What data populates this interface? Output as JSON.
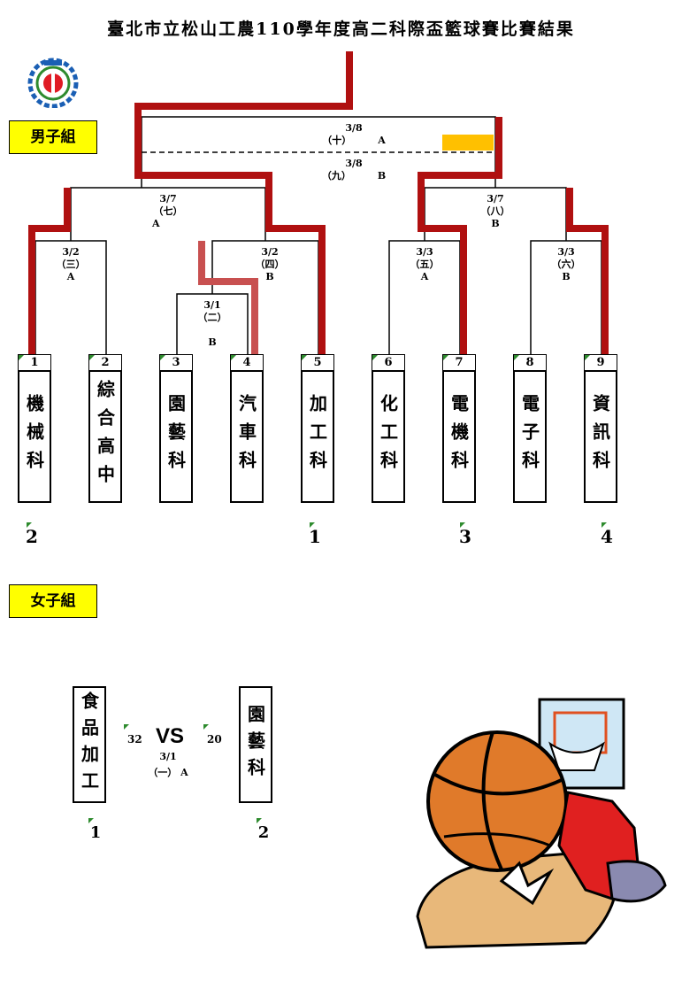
{
  "title": "臺北市立松山工農110學年度高二科際盃籃球賽比賽結果",
  "male_group_label": "男子組",
  "female_group_label": "女子組",
  "male_teams": [
    {
      "no": "1",
      "name": "機械科"
    },
    {
      "no": "2",
      "name": "綜合高中"
    },
    {
      "no": "3",
      "name": "園藝科"
    },
    {
      "no": "4",
      "name": "汽車科"
    },
    {
      "no": "5",
      "name": "加工科"
    },
    {
      "no": "6",
      "name": "化工科"
    },
    {
      "no": "7",
      "name": "電機科"
    },
    {
      "no": "8",
      "name": "電子科"
    },
    {
      "no": "9",
      "name": "資訊科"
    }
  ],
  "male_ranks": [
    "2",
    "1",
    "3",
    "4"
  ],
  "matches": {
    "m1": {
      "date": "3/1",
      "no": "（二）",
      "court": "B"
    },
    "m2": {
      "date": "3/2",
      "no": "（三）",
      "court": "A"
    },
    "m3": {
      "date": "3/2",
      "no": "（四）",
      "court": "B"
    },
    "m4": {
      "date": "3/3",
      "no": "（五）",
      "court": "A"
    },
    "m5": {
      "date": "3/3",
      "no": "（六）",
      "court": "B"
    },
    "m6": {
      "date": "3/7",
      "no": "（七）",
      "court": "A"
    },
    "m7": {
      "date": "3/7",
      "no": "（八）",
      "court": "B"
    },
    "m8": {
      "date": "3/8",
      "no": "（十）",
      "court": "A"
    },
    "m9": {
      "date": "3/8",
      "no": "（九）",
      "court": "B"
    }
  },
  "female": {
    "team_left": "食品加工",
    "team_right": "園藝科",
    "score_left": "32",
    "score_right": "20",
    "vs": "VS",
    "date": "3/1",
    "match": "（一） A",
    "rank_left": "1",
    "rank_right": "2"
  },
  "colors": {
    "win_line": "#b01010",
    "win_line_light": "#c85050",
    "group_bg": "#ffff00",
    "accent": "#ffc000"
  }
}
